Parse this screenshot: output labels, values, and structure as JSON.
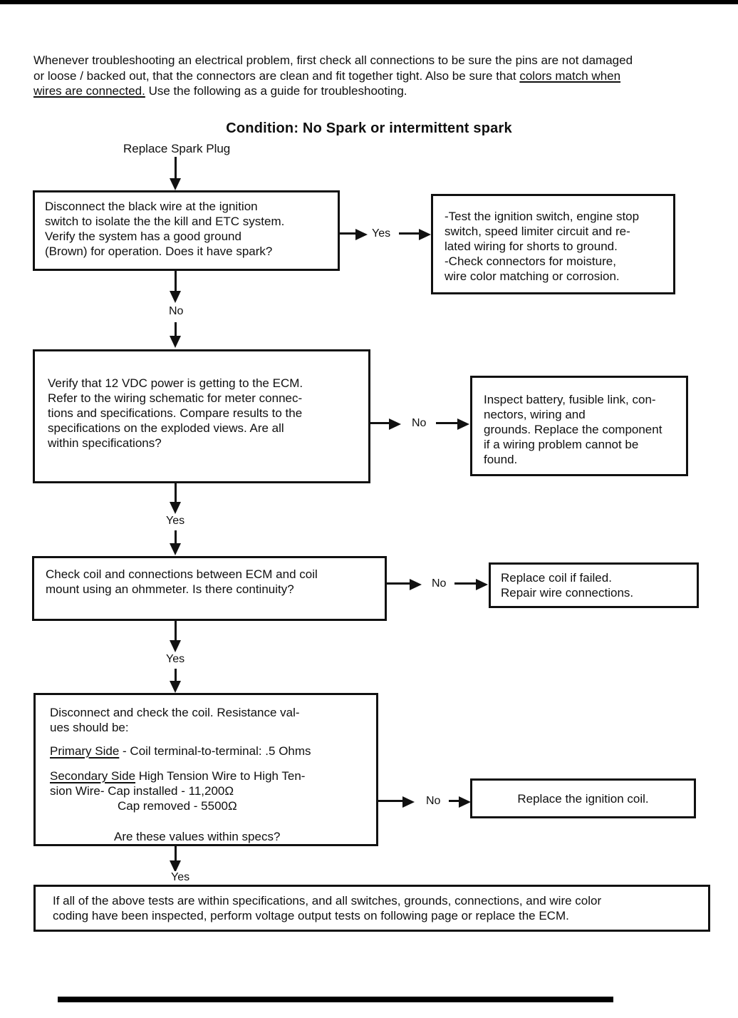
{
  "document": {
    "intro": {
      "line1": "Whenever troubleshooting an electrical problem, first check all connections to be sure the pins are not damaged",
      "line2_text": "or loose / backed out, that the connectors are clean and fit together tight.  Also be sure that ",
      "line2_underlined": "colors match when",
      "line3_underlined": "wires are connected.",
      "line3_text": "  Use the following as a guide for troubleshooting.",
      "title": "Condition: No Spark or intermittent spark",
      "start_label": "Replace Spark Plug"
    },
    "flowchart": {
      "step1": {
        "question": "Disconnect the black wire at the ignition\nswitch to isolate the the kill and ETC system.\nVerify the system has a good ground\n(Brown) for operation. Does it have spark?",
        "branch_label": "Yes",
        "branch_action": "-Test the ignition switch, engine stop\nswitch, speed limiter circuit and re-\nlated wiring for shorts to ground.\n-Check connectors for moisture,\nwire color matching or corrosion.",
        "continue_label": "No"
      },
      "step2": {
        "question": "Verify that 12 VDC power is getting to the ECM.\nRefer to the wiring schematic for meter connec-\ntions and specifications.  Compare results to the\nspecifications on the exploded views.  Are all\nwithin specifications?",
        "branch_label": "No",
        "branch_action": "Inspect battery, fusible link, con-\nnectors, wiring and\ngrounds.  Replace the component\nif a wiring problem cannot be\nfound.",
        "continue_label": "Yes"
      },
      "step3": {
        "question": "Check coil and connections between ECM and coil\nmount using an ohmmeter. Is there continuity?",
        "branch_label": "No",
        "branch_action": "Replace coil if failed.\nRepair wire connections.",
        "continue_label": "Yes"
      },
      "step4": {
        "intro": "Disconnect and check the coil.  Resistance val-\nues should be:",
        "primary_underlined": "Primary Side",
        "primary_text": " - Coil terminal-to-terminal: .5 Ohms",
        "secondary_underlined": "Secondary Side",
        "secondary_text": " High Tension Wire to High Ten-\nsion Wire- Cap installed - 11,200Ω",
        "cap_removed": "Cap removed - 5500Ω",
        "question": "Are these values within specs?",
        "branch_label": "No",
        "branch_action": "Replace the ignition coil.",
        "continue_label": "Yes"
      },
      "final_note": "If all of the above tests are within specifications, and all switches, grounds, connections, and wire color\ncoding have been inspected, perform voltage output tests on following page or replace the ECM."
    }
  }
}
